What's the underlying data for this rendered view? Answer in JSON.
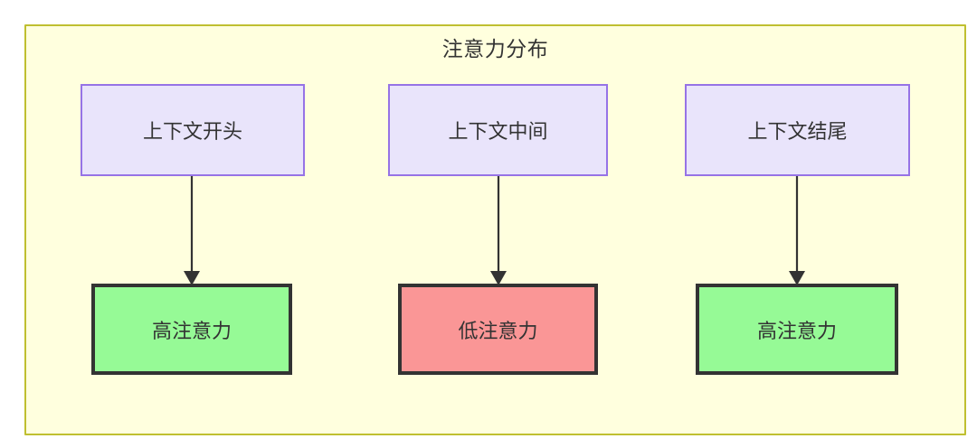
{
  "diagram": {
    "title": "注意力分布",
    "container": {
      "fill": "#ffffde",
      "stroke": "#bfbf30"
    },
    "node_styles": {
      "context_fill": "#e9e4fb",
      "context_stroke": "#9673e6",
      "high_attention_fill": "#96fa96",
      "low_attention_fill": "#fa9696",
      "attention_stroke": "#333333",
      "edge_color": "#333333",
      "text_color": "#333333"
    },
    "context_nodes": [
      {
        "label": "上下文开头"
      },
      {
        "label": "上下文中间"
      },
      {
        "label": "上下文结尾"
      }
    ],
    "attention_nodes": [
      {
        "label": "高注意力",
        "level": "high"
      },
      {
        "label": "低注意力",
        "level": "low"
      },
      {
        "label": "高注意力",
        "level": "high"
      }
    ],
    "edges": [
      {
        "from": "上下文开头",
        "to": "高注意力"
      },
      {
        "from": "上下文中间",
        "to": "低注意力"
      },
      {
        "from": "上下文结尾",
        "to": "高注意力"
      }
    ]
  }
}
